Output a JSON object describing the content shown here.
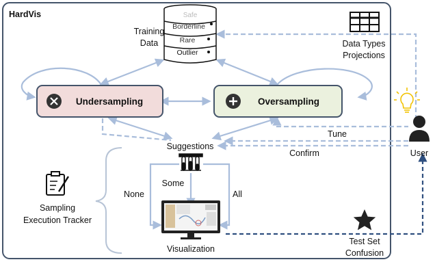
{
  "system_title": "HardVis",
  "training_data": {
    "title_line1": "Training",
    "title_line2": "Data",
    "layers": [
      "Safe",
      "Borderline",
      "Rare",
      "Outlier"
    ]
  },
  "methods": {
    "undersampling": "Undersampling",
    "oversampling": "Oversampling"
  },
  "suggestions": "Suggestions",
  "options": {
    "none": "None",
    "some": "Some",
    "all": "All"
  },
  "visualization": "Visualization",
  "tracker": {
    "line1": "Sampling",
    "line2": "Execution Tracker"
  },
  "data_types": {
    "line1": "Data Types",
    "line2": "Projections"
  },
  "user": "User",
  "actions": {
    "tune": "Tune",
    "confirm": "Confirm"
  },
  "test_set": {
    "line1": "Test Set",
    "line2": "Confusion"
  },
  "colors": {
    "frame": "#44546a",
    "arrow_light": "#a9bddb",
    "arrow_dark": "#2f4f7f",
    "under_fill": "#f2dcdb",
    "over_fill": "#ebf1de",
    "bulb": "#f2c200"
  },
  "icons": {
    "training_data": "database-icon",
    "data_types": "table-grid-icon",
    "undersampling": "minus-circle-icon",
    "oversampling": "plus-circle-icon",
    "suggestions": "test-tubes-icon",
    "visualization": "monitor-icon",
    "tracker": "clipboard-icon",
    "user": "user-icon",
    "insight": "lightbulb-icon",
    "test_set": "star-icon"
  }
}
